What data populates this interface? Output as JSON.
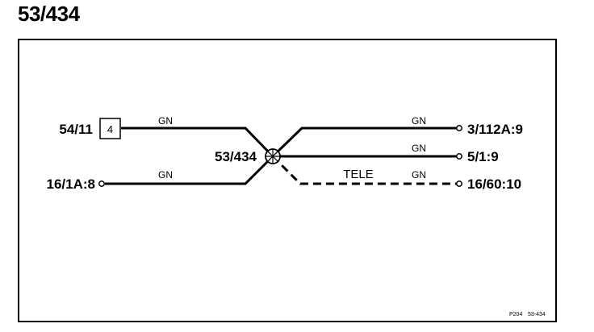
{
  "title": "53/434",
  "connector": {
    "label": "53/434",
    "wires": [
      {
        "end": "54/11",
        "pin": "4",
        "color": "GN",
        "style": "solid"
      },
      {
        "end": "16/1A:8",
        "color": "GN",
        "style": "solid"
      },
      {
        "end": "3/112A:9",
        "color": "GN",
        "style": "solid"
      },
      {
        "end": "5/1:9",
        "color": "GN",
        "style": "solid"
      },
      {
        "end": "16/60:10",
        "color": "GN",
        "style": "dashed",
        "option": "TELE"
      }
    ]
  },
  "footer": {
    "page": "P204",
    "ref": "53-434"
  },
  "colors": {
    "line": "#000000",
    "background": "#ffffff"
  }
}
